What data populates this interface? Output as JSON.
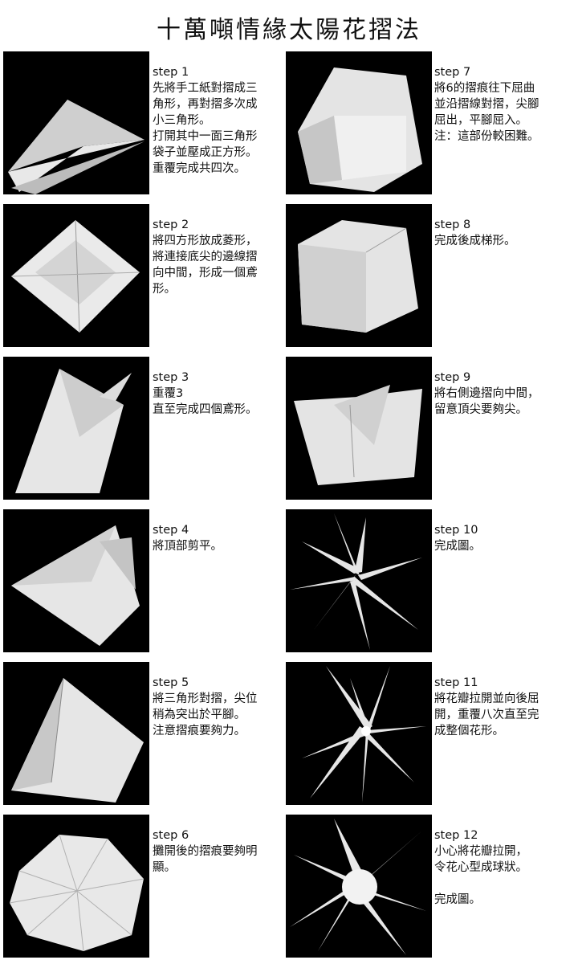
{
  "title": "十萬噸情緣太陽花摺法",
  "steps": [
    {
      "label": "step 1",
      "lines": [
        "先將手工紙對摺成三",
        "角形，再對摺多次成",
        "小三角形。",
        "打開其中一面三角形",
        "袋子並壓成正方形。",
        "重覆完成共四次。"
      ],
      "photo": "folded-triangle-photo"
    },
    {
      "label": "step 2",
      "lines": [
        "將四方形放成菱形，",
        "將連接底尖的邊線摺",
        "向中間，形成一個鳶",
        "形。"
      ],
      "photo": "kite-fold-photo"
    },
    {
      "label": "step 3",
      "lines": [
        "重覆3",
        "直至完成四個鳶形。"
      ],
      "photo": "four-kites-photo"
    },
    {
      "label": "step 4",
      "lines": [
        "將頂部剪平。"
      ],
      "photo": "top-cut-photo"
    },
    {
      "label": "step 5",
      "lines": [
        "將三角形對摺，尖位",
        "稍為突出於平腳。",
        "注意摺痕要夠力。"
      ],
      "photo": "triangle-fold-photo"
    },
    {
      "label": "step 6",
      "lines": [
        "攤開後的摺痕要夠明",
        "顯。"
      ],
      "photo": "unfolded-creases-photo"
    },
    {
      "label": "step 7",
      "lines": [
        "將6的摺痕往下屈曲",
        "並沿摺線對摺，尖腳",
        "屈出，平腳屈入。",
        "注：這部份較困難。"
      ],
      "photo": "collapse-fold-photo"
    },
    {
      "label": "step 8",
      "lines": [
        "完成後成梯形。"
      ],
      "photo": "trapezoid-photo"
    },
    {
      "label": "step 9",
      "lines": [
        "將右側邊摺向中間，",
        "留意頂尖要夠尖。"
      ],
      "photo": "side-fold-photo"
    },
    {
      "label": "step 10",
      "lines": [
        "完成圖。"
      ],
      "photo": "star-shape-photo"
    },
    {
      "label": "step 11",
      "lines": [
        "將花瓣拉開並向後屈",
        "開，重覆八次直至完",
        "成整個花形。"
      ],
      "photo": "petals-opening-photo"
    },
    {
      "label": "step 12",
      "lines": [
        "小心將花瓣拉開，",
        "令花心型成球狀。",
        "",
        "完成圖。"
      ],
      "photo": "finished-flower-photo"
    }
  ]
}
